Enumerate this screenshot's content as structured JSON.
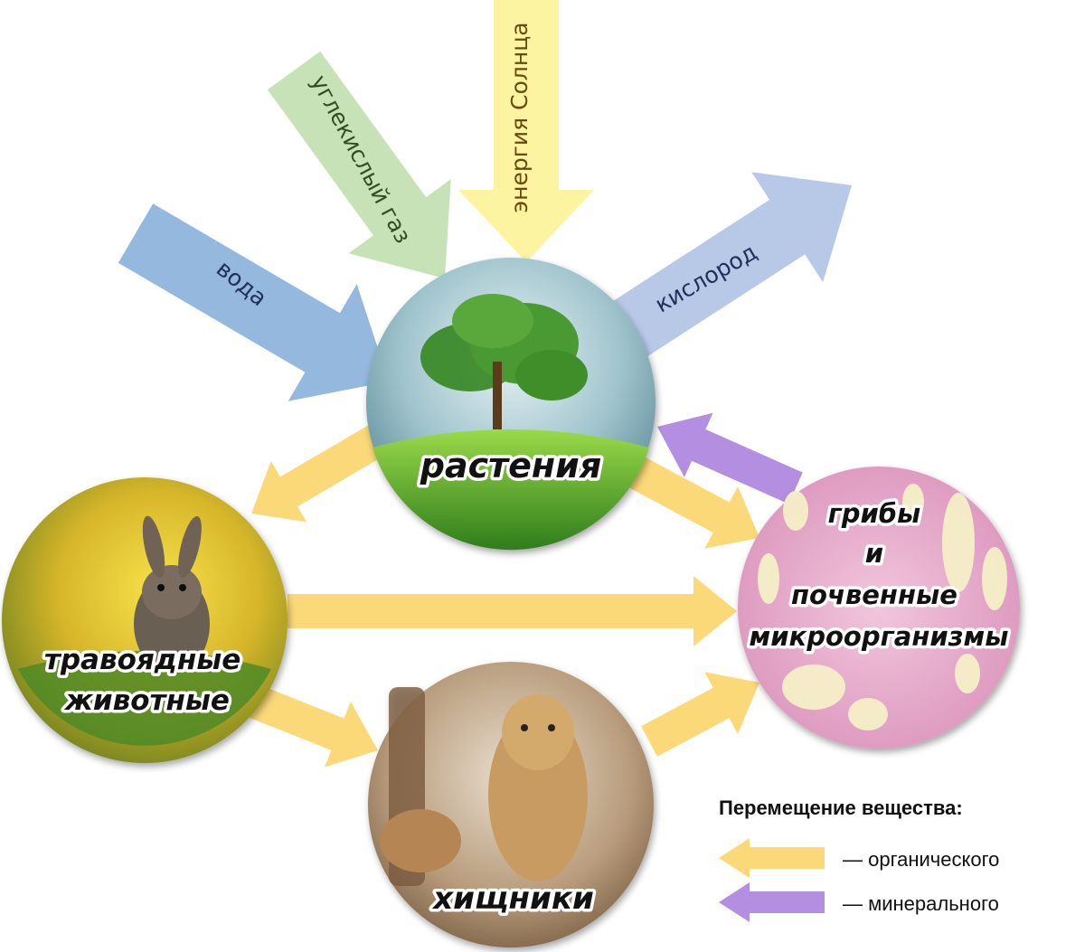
{
  "inputs": {
    "water": "вода",
    "co2": "углекислый газ",
    "sun": "энергия Солнца",
    "oxygen": "кислород"
  },
  "nodes": {
    "plants": "растения",
    "herbivores": [
      "травоядные",
      "животные"
    ],
    "predators": "хищники",
    "decomposers": [
      "грибы",
      "и",
      "почвенные",
      "микроорганизмы"
    ]
  },
  "legend": {
    "title": "Перемещение вещества:",
    "organic": "— органического",
    "mineral": "— минерального"
  },
  "colors": {
    "organic_arrow": "#fbd978",
    "mineral_arrow": "#b48ee0",
    "water_arrow": "#8fb4dc",
    "co2_arrow": "#c5e0b3",
    "sun_arrow": "#fcf39b",
    "oxygen_arrow": "#b4c6e7"
  }
}
